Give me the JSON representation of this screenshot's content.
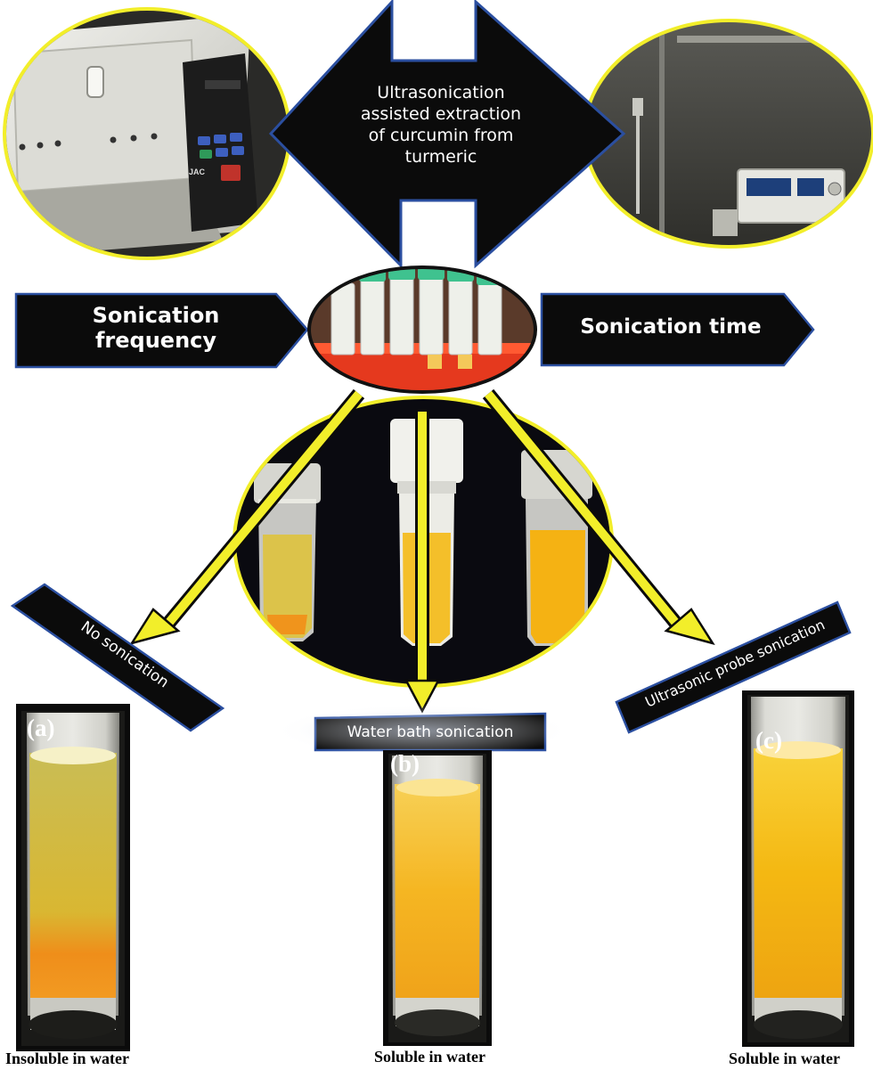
{
  "center_arrow": {
    "line1": "Ultrasonication",
    "line2": "assisted extraction",
    "line3": "of curcumin from",
    "line4": "turmeric"
  },
  "left_arrow": {
    "line1": "Sonication",
    "line2": "frequency"
  },
  "right_arrow": {
    "label": "Sonication time"
  },
  "device_photo_left": {
    "brand": "JAC"
  },
  "methods": {
    "a": {
      "label": "No sonication",
      "tag": "(a)",
      "caption": "Insoluble in water"
    },
    "b": {
      "label": "Water bath sonication",
      "tag": "(b)",
      "caption": "Soluble in water"
    },
    "c": {
      "label": "Ultrasonic probe sonication",
      "tag": "(c)",
      "caption": "Soluble in water"
    }
  },
  "colors": {
    "frame_yellow": "#f2ee2a",
    "arrow_black": "#0b0b0b",
    "arrow_outline": "#2b4fa0",
    "curcumin_orange": "#f3a413",
    "curcumin_yellow": "#f7c51a"
  }
}
